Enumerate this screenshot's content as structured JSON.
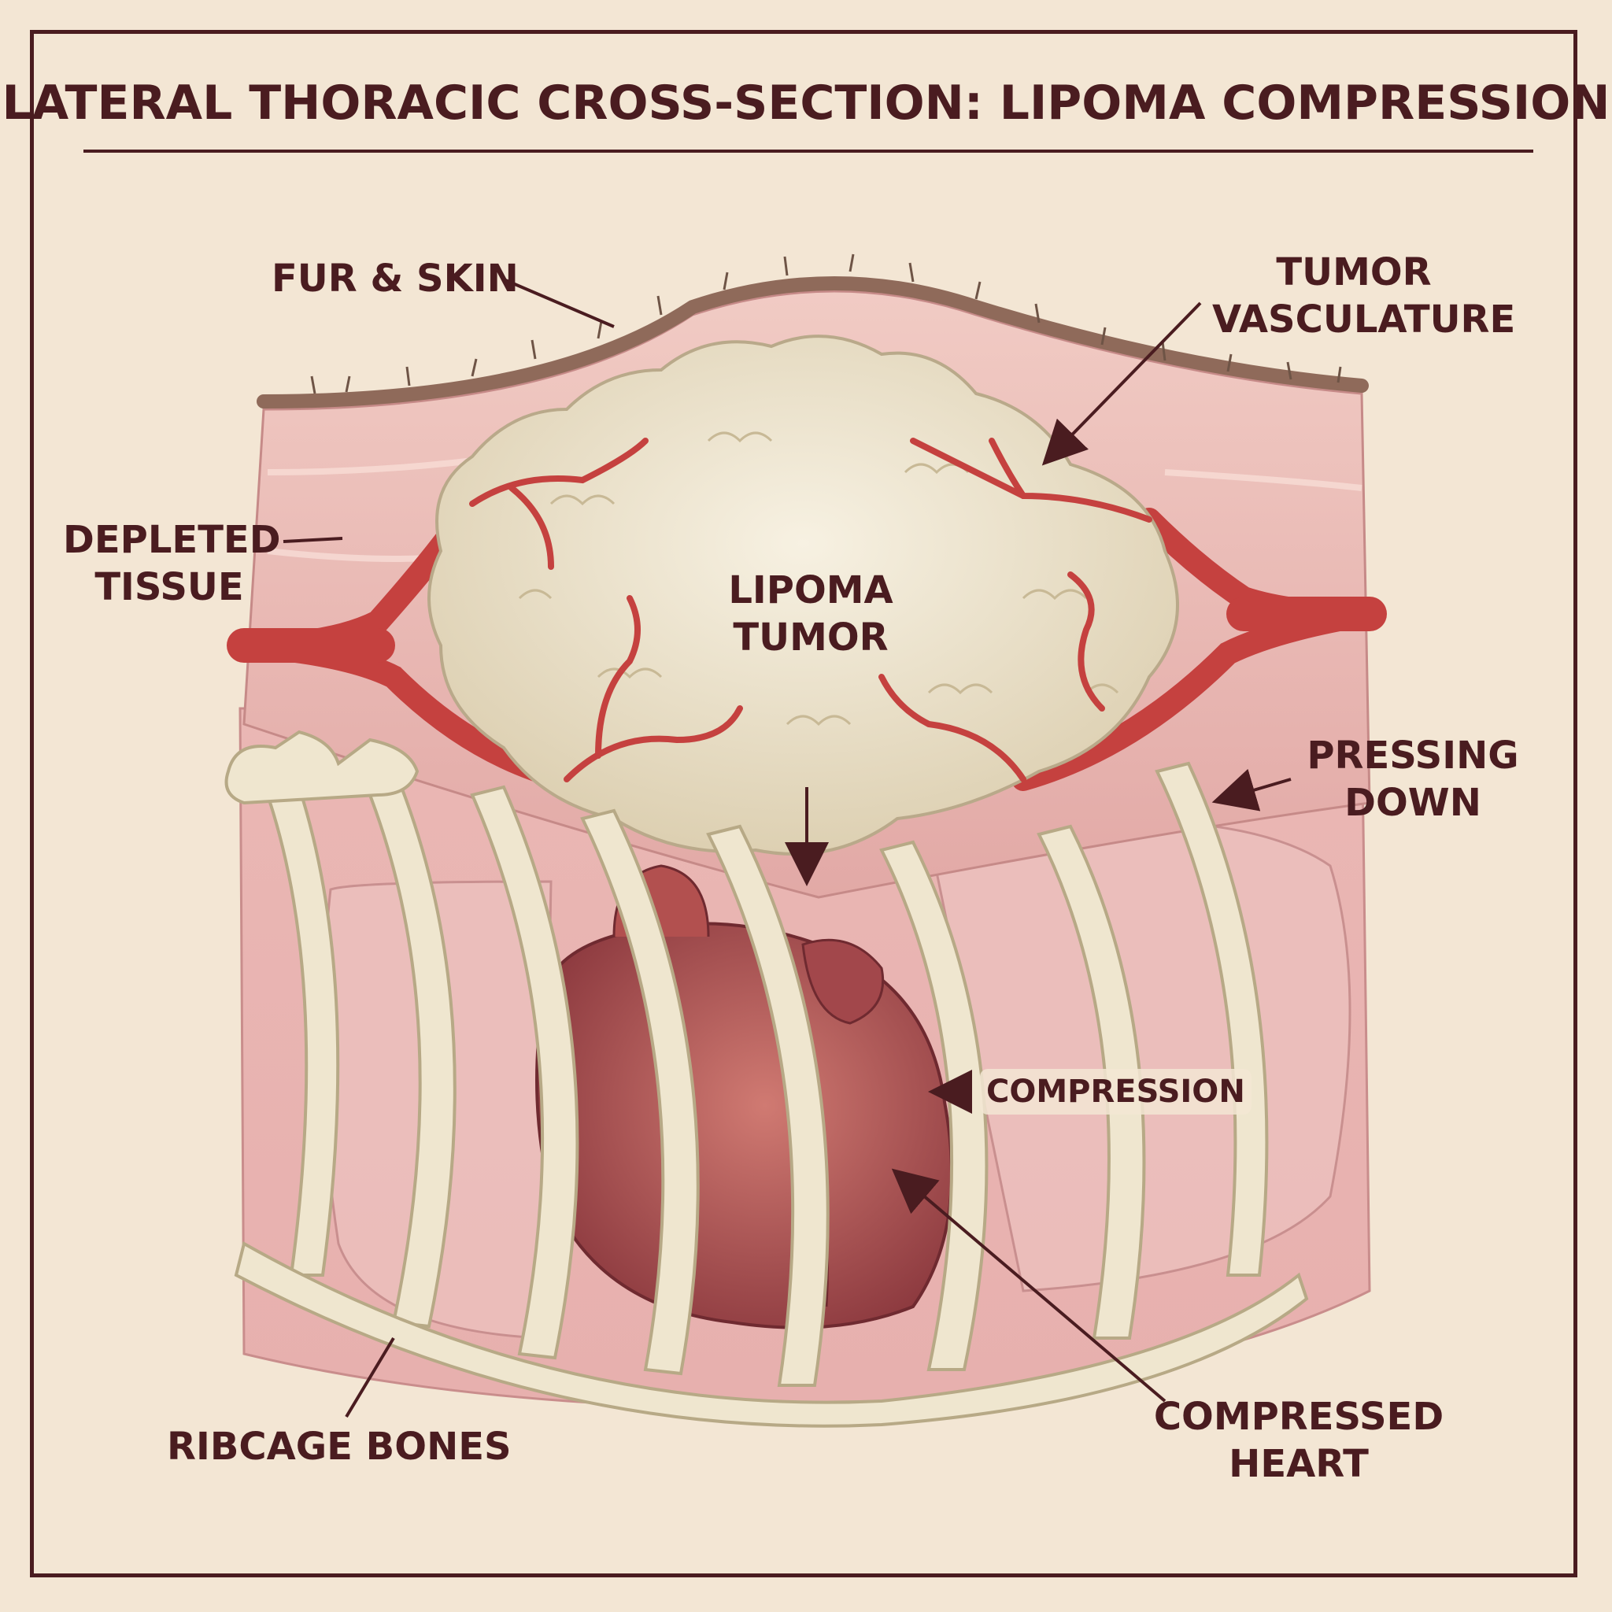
{
  "title": "LATERAL THORACIC CROSS-SECTION: LIPOMA COMPRESSION",
  "labels": {
    "fur_skin": "FUR & SKIN",
    "tumor_vasculature": "TUMOR\nVASCULATURE",
    "depleted_tissue": "DEPLETED\nTISSUE",
    "lipoma_tumor": "LIPOMA\nTUMOR",
    "pressing_down": "PRESSING\nDOWN",
    "compression": "COMPRESSION",
    "ribcage_bones": "RIBCAGE BONES",
    "compressed_heart": "COMPRESSED\nHEART"
  },
  "colors": {
    "background": "#f3e6d4",
    "ink": "#4a1c20",
    "tissue": "#e8b7b2",
    "vessel": "#c5413f",
    "tumor": "#ede3cc",
    "bone": "#efe6cf",
    "heart": "#b65a5a"
  }
}
